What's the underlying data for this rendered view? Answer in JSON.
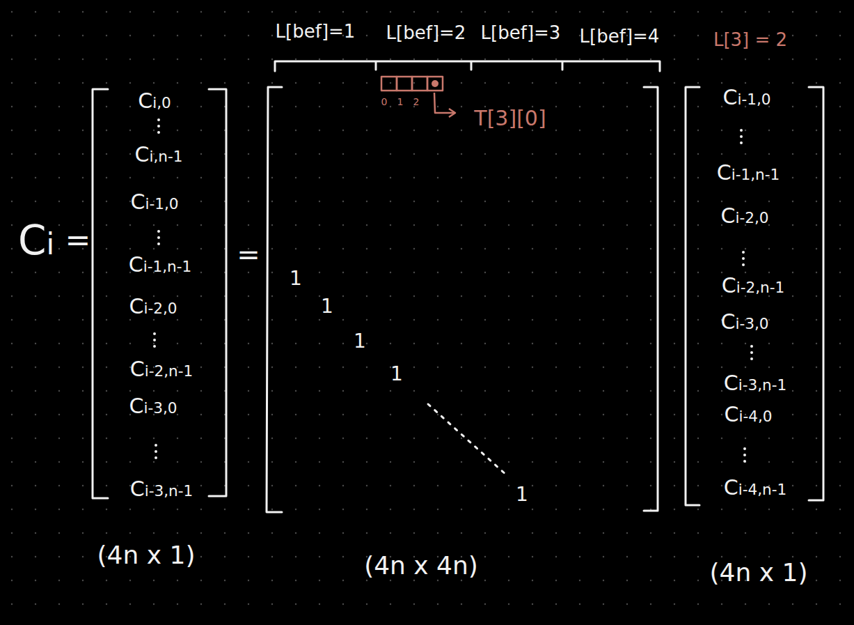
{
  "diagram": {
    "labels": [
      "L[bef]=1",
      "L[bef]=2",
      "L[bef]=3",
      "L[bef]=4",
      "L[3] = 2",
      "0",
      "1",
      "2",
      "T[3][0]",
      "Ci",
      "=",
      "Ci,0",
      "Ci,n-1",
      "Ci-1,0",
      "Ci-1,n-1",
      "Ci-2,0",
      "Ci-2,n-1",
      "Ci-3,0",
      "Ci-3,n-1",
      "=",
      "1",
      "1",
      "1",
      "1",
      "1",
      "Ci-1,0",
      "Ci-1,n-1",
      "Ci-2,0",
      "Ci-2,n-1",
      "Ci-3,0",
      "Ci-3,n-1",
      "Ci-4,0",
      "Ci-4,n-1",
      "(4n x 1)",
      "(4n x 4n)",
      "(4n x 1)"
    ]
  }
}
